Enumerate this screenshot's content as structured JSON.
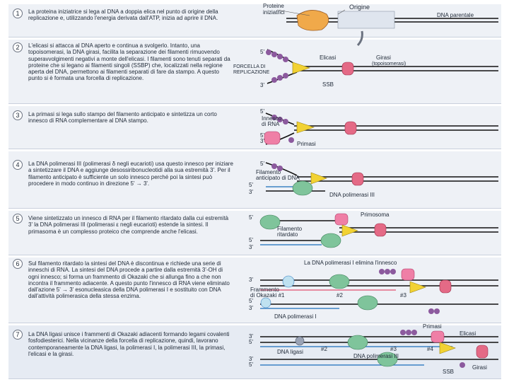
{
  "steps": [
    {
      "num": "1",
      "text": "La proteina iniziatrice si lega al DNA a doppia elica nel punto di origine della replicazione e, utilizzando l'energia derivata dall'ATP, inizia ad aprire il DNA."
    },
    {
      "num": "2",
      "text": "L'elicasi si attacca al DNA aperto e continua a svolgerlo. Intanto, una topoisomerasi, la DNA girasi, facilita la separazione dei filamenti rimuovendo superavvolgimenti negativi a monte dell'elicasi. I filamenti sono tenuti separati da proteine che si legano ai filamenti singoli (SSBP) che, localizzati nella regione aperta del DNA, permettono ai filamenti separati di fare da stampo. A questo punto si è formata una forcella di replicazione."
    },
    {
      "num": "3",
      "text": "La primasi si lega sullo stampo del filamento anticipato e sintetizza un corto innesco di RNA complementare al DNA stampo."
    },
    {
      "num": "4",
      "text": "La DNA polimerasi III (polimerasi δ negli eucarioti) usa questo innesco per iniziare a sintetizzare il DNA e aggiunge desossiribonucleotidi alla sua estremità 3'. Per il filamento anticipato è sufficiente un solo innesco perché poi la sintesi può procedere in modo continuo in direzione 5' → 3'."
    },
    {
      "num": "5",
      "text": "Viene sintetizzato un innesco di RNA per il filamento ritardato dalla cui estremità 3' la DNA polimerasi III (polimerasi ε negli eucarioti) estende la sintesi. Il primasoma è un complesso proteico che comprende anche l'elicasi."
    },
    {
      "num": "6",
      "text": "Sul filamento ritardato la sintesi del DNA è discontinua e richiede una serie di inneschi di RNA. La sintesi del DNA procede a partire dalla estremità 3'-OH di ogni innesco; si forma un frammento di Okazaki che si allunga fino a che non incontra il frammento adiacente. A questo punto l'innesco di RNA viene eliminato dall'azione 5' → 3' esonucleasica della DNA polimerasi I e sostituito con DNA dall'attività polimerasica della stessa enzima."
    },
    {
      "num": "7",
      "text": "La DNA ligasi unisce i frammenti di Okazaki adiacenti formando legami covalenti fosfodiesterici. Nella vicinanze della forcella di replicazione, quindi, lavorano contemporaneamente la DNA ligasi, la polimerasi I, la polimerasi III, la primasi, l'elicasi e la girasi."
    }
  ],
  "labels": {
    "proteine": "Proteine",
    "iniziatrici": "iniziatrici",
    "origine": "Origine",
    "dna_parentale": "DNA parentale",
    "elicasi": "Elicasi",
    "girasi": "Girasi",
    "topoisomerasi": "(topoisomerasi)",
    "forcella": "FORCELLA DI",
    "replicazione": "REPLICAZIONE",
    "ssb": "SSB",
    "innesco": "Innesco",
    "di_rna": "di RNA",
    "primasi": "Primasi",
    "filamento": "Filamento",
    "anticipato": "anticipato di DNA",
    "pol3": "DNA polimerasi III",
    "primosoma": "Primosoma",
    "filamento_r": "Filamento",
    "ritardato": "ritardato",
    "pol1_elimina": "La DNA polimerasi I elimina l'innesco",
    "frammento": "Frammento",
    "okazaki": "di Okazaki #1",
    "n2": "#2",
    "n3": "#3",
    "pol1": "DNA polimerasi I",
    "ligasi": "DNA ligasi",
    "pol3b": "DNA polimerasi III",
    "n2b": "#2",
    "n3b": "#3",
    "n4": "#4",
    "primasi7": "Primasi",
    "elicasi7": "Elicasi",
    "ssb7": "SSB",
    "girasi7": "Girasi",
    "p5": "5'",
    "p3": "3'"
  }
}
